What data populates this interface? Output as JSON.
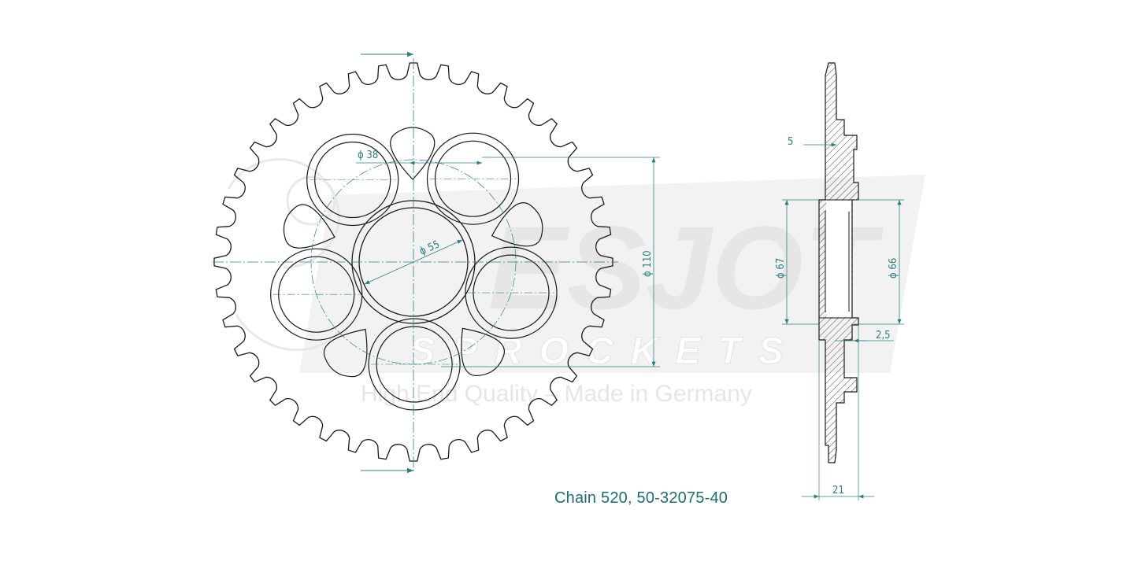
{
  "watermark": {
    "brand": "ESJOT",
    "registered": "®",
    "subbrand": "SPROCKETS",
    "tagline": "High End Quality – Made in Germany"
  },
  "dimensions": {
    "bolt_hole": "ϕ 38",
    "center_bore": "ϕ 55",
    "bolt_circle": "ϕ 110",
    "offset_top": "5",
    "hub_diameter_left": "ϕ 67",
    "hub_diameter_right": "ϕ 66",
    "hub_step": "2,5",
    "total_width": "21"
  },
  "caption": "Chain 520, 50-32075-40",
  "colors": {
    "outline": "#1a1a1a",
    "dimension": "#2e8080",
    "watermark": "#eaeaea",
    "caption": "#1a6e74"
  },
  "sprocket": {
    "teeth": 40,
    "bolt_holes": 5,
    "lightening_cutouts": 5
  }
}
